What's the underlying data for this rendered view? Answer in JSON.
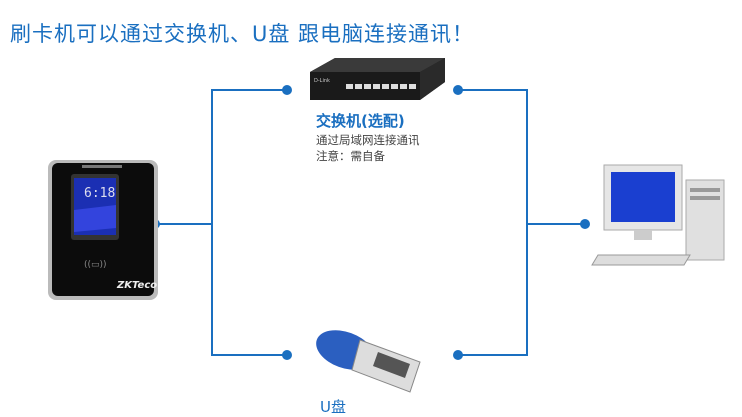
{
  "title": "刷卡机可以通过交换机、U盘 跟电脑连接通讯！",
  "switch": {
    "label": "交换机(选配)",
    "desc": "通过局域网连接通讯",
    "note": "注意：需自备",
    "brand": "D-Link"
  },
  "usb": {
    "label": "U盘"
  },
  "device": {
    "brand": "ZKTeco",
    "time": "6:18"
  },
  "colors": {
    "line": "#1a6fc0"
  }
}
